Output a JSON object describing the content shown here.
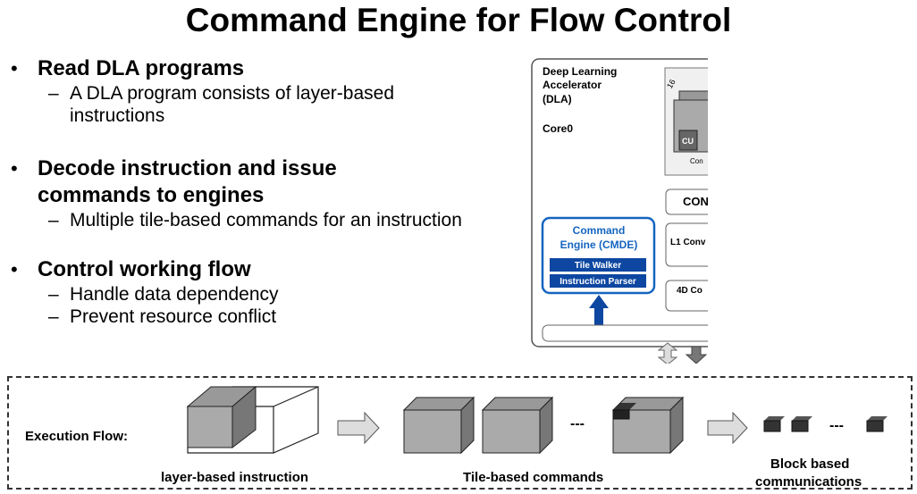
{
  "title": "Command Engine for Flow Control",
  "bullets": [
    {
      "main": "Read DLA programs",
      "subs": [
        "A DLA program consists of layer-based",
        "instructions"
      ]
    },
    {
      "main_line1": "Decode instruction and issue",
      "main_line2": "commands to engines",
      "subs": [
        "Multiple tile-based commands for an instruction"
      ]
    },
    {
      "main": "Control working flow",
      "subs": [
        "Handle data dependency",
        "Prevent resource conflict"
      ]
    }
  ],
  "diagram": {
    "dla_label_1": "Deep Learning",
    "dla_label_2": "Accelerator",
    "dla_label_3": "(DLA)",
    "core_label": "Core0",
    "tile_size": "16",
    "cu_label": "CU",
    "con_label": "Con",
    "conv_block_label": "CON",
    "l1_label": "L1 Conv",
    "fourd_label": "4D Co",
    "cmde_line1": "Command",
    "cmde_line2": "Engine (CMDE)",
    "tile_walker": "Tile Walker",
    "instruction_parser": "Instruction Parser"
  },
  "flow": {
    "label": "Execution Flow:",
    "layer_caption": "layer-based instruction",
    "tile_caption": "Tile-based commands",
    "block_caption_1": "Block based",
    "block_caption_2": "communications",
    "ellipsis": "---"
  },
  "colors": {
    "cmde_blue": "#1565c0",
    "cmde_bar": "#0d47a1",
    "cube_grey": "#c0c0c0",
    "dark_block": "#333333"
  }
}
